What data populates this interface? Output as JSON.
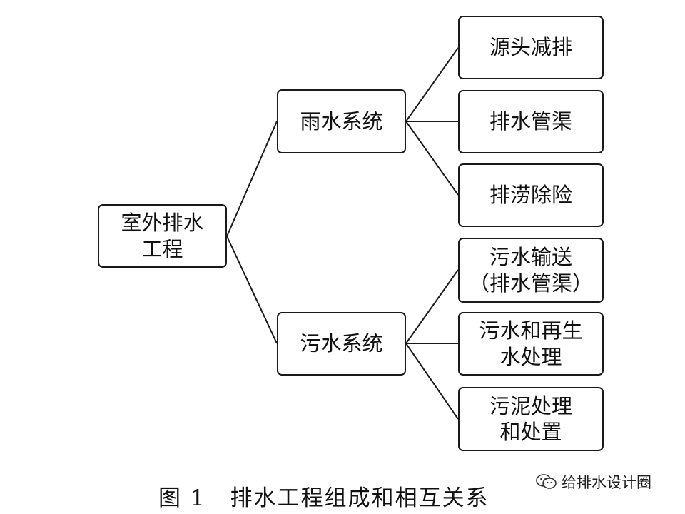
{
  "diagram": {
    "root": {
      "lines": [
        "室外排水",
        "工程"
      ]
    },
    "branches": [
      {
        "label": [
          "雨水系统"
        ],
        "children": [
          [
            "源头减排"
          ],
          [
            "排水管渠"
          ],
          [
            "排涝除险"
          ]
        ]
      },
      {
        "label": [
          "污水系统"
        ],
        "children": [
          [
            "污水输送",
            "（排水管渠）"
          ],
          [
            "污水和再生",
            "水处理"
          ],
          [
            "污泥处理",
            "和处置"
          ]
        ]
      }
    ]
  },
  "caption": {
    "figure_number": "图 1",
    "title": "排水工程组成和相互关系"
  },
  "watermark": {
    "text": "给排水设计圈",
    "icon": "wechat-icon"
  }
}
